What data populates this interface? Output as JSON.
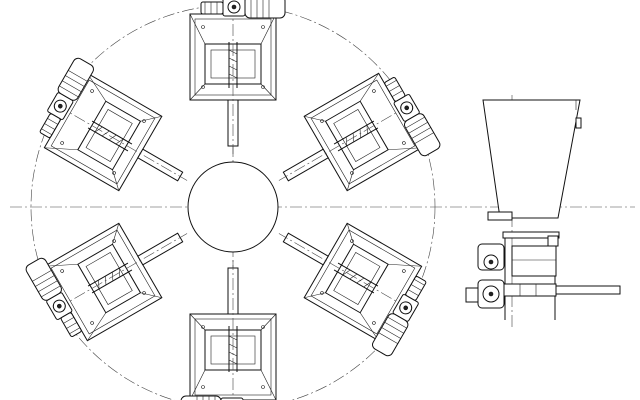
{
  "drawing": {
    "plan_view": {
      "feeder_count": 6,
      "feeder_angles_deg": [
        0,
        60,
        120,
        180,
        240,
        300
      ]
    },
    "side_view": {
      "components": [
        "hopper",
        "screw-feeder",
        "gear-motor",
        "discharge-tube"
      ]
    }
  }
}
